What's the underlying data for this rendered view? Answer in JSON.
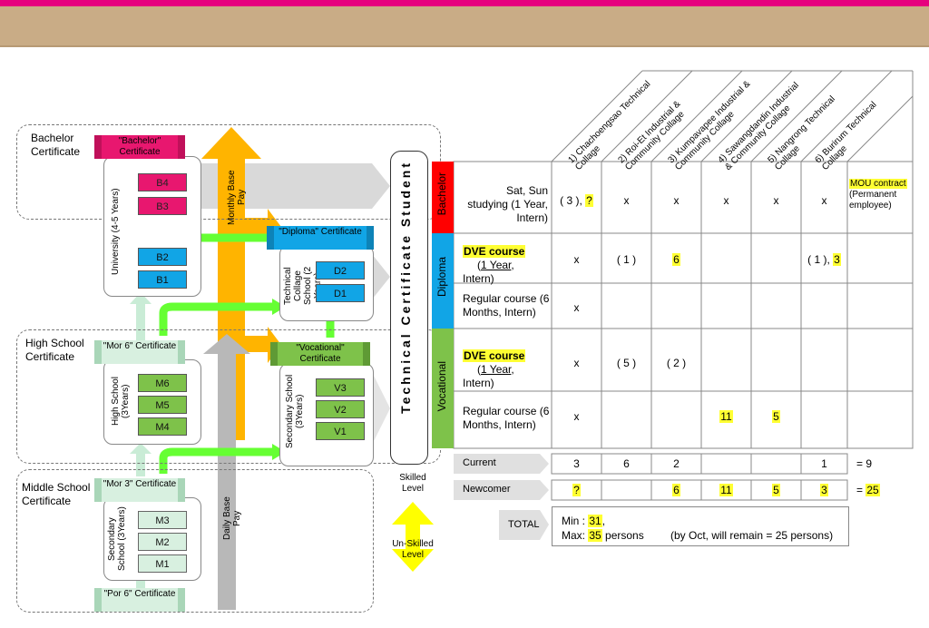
{
  "groups": {
    "bachelor": "Bachelor Certificate",
    "highschool": "High School Certificate",
    "middleschool": "Middle School Certificate"
  },
  "schools": {
    "university": "University (4-5 Years)",
    "highschool": "High School (3Years)",
    "secondary_ms": "Secondary School (3Years)",
    "technical_collage": "Technical Collage School (2 Years)",
    "secondary_voc": "Secondary School (3Years)"
  },
  "certs": {
    "bachelor": "\"Bachelor\" Certificate",
    "diploma": "\"Diploma\" Certificate",
    "mor6": "\"Mor 6\" Certificate",
    "vocational": "\"Vocational\" Certificate",
    "mor3": "\"Mor 3\" Certificate",
    "por6": "\"Por 6\" Certificate"
  },
  "levels": {
    "b": [
      "B4",
      "B3",
      "B2",
      "B1"
    ],
    "d": [
      "D2",
      "D1"
    ],
    "m": [
      "M6",
      "M5",
      "M4"
    ],
    "v": [
      "V3",
      "V2",
      "V1"
    ],
    "mm": [
      "M3",
      "M2",
      "M1"
    ]
  },
  "pay": {
    "monthly": "Monthly Base Pay",
    "daily": "Daily Base Pay"
  },
  "tcs_title": "Technical Certificate Student",
  "level_bars": {
    "bachelor": "Bachelor",
    "diploma": "Diploma",
    "vocational": "Vocational"
  },
  "skill": {
    "skilled": "Skilled Level",
    "unskilled": "Un-Skilled Level"
  },
  "columns": [
    "1) Chachoengsao Technical Collage",
    "2) Roi-Et Industrial & Community Collage",
    "3) Kumpavapee Industrial & Community Collage",
    "4) Sawangdandin Industrial & Community Collage",
    "5) Nangrong Technical Collage",
    "6) Burirum Technical Collage"
  ],
  "rows": {
    "bachelor_label": "Sat, Sun studying (1 Year, Intern)",
    "dve_label": "DVE course",
    "dve_sub_a": "1 Year",
    "dve_sub_b": ", Intern)",
    "dve_open": "(",
    "regular_label": "Regular course (6 Months, Intern)"
  },
  "cells": {
    "b_c1a": "( 3 ), ",
    "b_c1b": "?",
    "b_c2": "x",
    "b_c3": "x",
    "b_c4": "x",
    "b_c5": "x",
    "b_c6": "x",
    "mou_a": "MOU contract",
    "mou_b": "(Permanent employee)",
    "d1_c1": "x",
    "d1_c2": "( 1 )",
    "d1_c3": "6",
    "d1_c6a": "( 1 ), ",
    "d1_c6b": "3",
    "d2_c1": "x",
    "v1_c1": "x",
    "v1_c2": "( 5 )",
    "v1_c3": "( 2 )",
    "v2_c1": "x",
    "v2_c4": "11",
    "v2_c5": "5"
  },
  "summary": {
    "current_label": "Current",
    "current": [
      "3",
      "6",
      "2",
      "",
      "",
      "1"
    ],
    "current_total": "= 9",
    "newcomer_label": "Newcomer",
    "newcomer": [
      "?",
      "",
      "6",
      "11",
      "5",
      "3"
    ],
    "newcomer_total_a": "= ",
    "newcomer_total_b": "25",
    "total_label": "TOTAL",
    "min_a": "Min : ",
    "min_b": "31",
    "min_c": ",",
    "max_a": "Max: ",
    "max_b": "35",
    "max_c": " persons",
    "note": "(by Oct, will remain = 25 persons)"
  },
  "colors": {
    "pink": "#e8176f",
    "blue": "#11a5e6",
    "green": "#7ec24a",
    "orange": "#ffb400",
    "red": "#ff0000",
    "yellow": "#ffff33",
    "brightgreen": "#66ff33"
  }
}
